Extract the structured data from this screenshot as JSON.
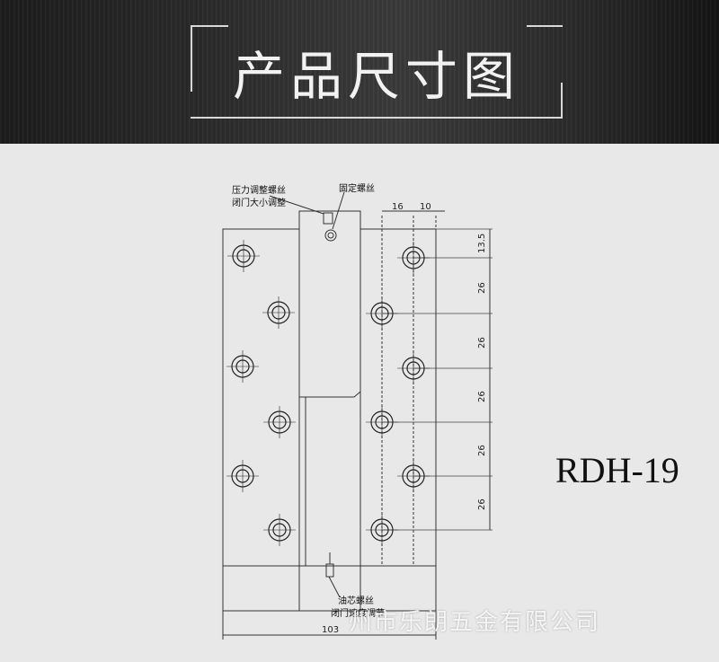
{
  "header": {
    "title": "产品尺寸图"
  },
  "model": "RDH-19",
  "labels": {
    "pressure_screw_1": "压力调整螺丝",
    "pressure_screw_2": "闭门大小调整",
    "fixing_screw": "固定螺丝",
    "oil_core_screw_1": "油芯螺丝",
    "oil_core_screw_2": "闭门速度调节"
  },
  "dimensions": {
    "top_16": "16",
    "top_10": "10",
    "v_135": "13.5",
    "v_26_1": "26",
    "v_26_2": "26",
    "v_26_3": "26",
    "v_26_4": "26",
    "v_26_5": "26",
    "bottom_width": "103"
  },
  "watermark": "州市乐朗五金有限公司"
}
